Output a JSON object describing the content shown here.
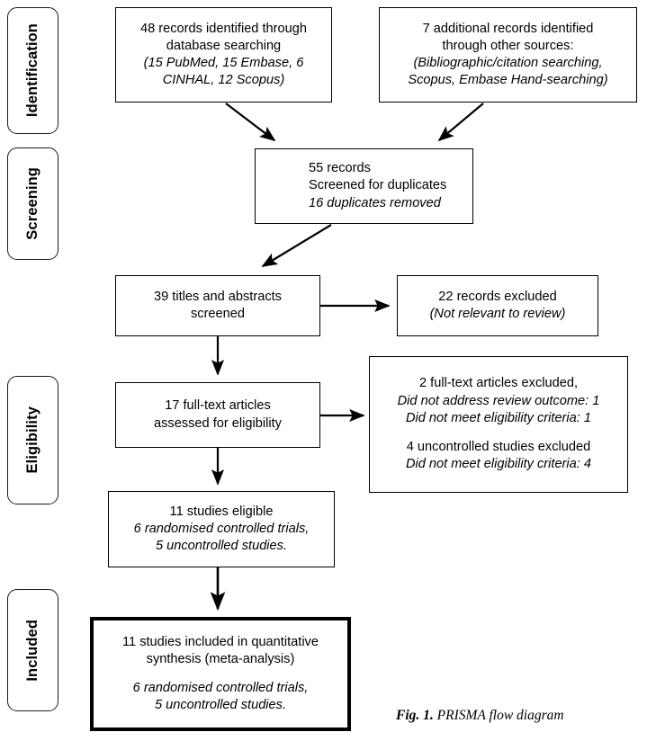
{
  "figure": {
    "caption_bold": "Fig. 1.",
    "caption_rest": " PRISMA flow diagram",
    "line_color": "#000000",
    "text_color": "#000000",
    "background": "#ffffff"
  },
  "phases": [
    {
      "label": "Identification"
    },
    {
      "label": "Screening"
    },
    {
      "label": "Eligibility"
    },
    {
      "label": "Included"
    }
  ],
  "boxes": {
    "database_records": {
      "line1": "48 records identified through",
      "line2": "database searching",
      "line3_italic": "(15 PubMed, 15 Embase, 6",
      "line4_italic": "CINHAL, 12 Scopus)"
    },
    "additional_records": {
      "line1": "7 additional records identified",
      "line2": "through other sources:",
      "line3_italic": "(Bibliographic/citation searching,",
      "line4_italic": "Scopus, Embase Hand-searching)"
    },
    "duplicates": {
      "line1": "55 records",
      "line2": "Screened for duplicates",
      "line3_italic": "16 duplicates removed"
    },
    "screened": {
      "line1": "39 titles and abstracts",
      "line2": "screened"
    },
    "records_excluded": {
      "line1": "22 records excluded",
      "line2_italic": "(Not relevant to review)"
    },
    "fulltext_assessed": {
      "line1": "17 full-text articles",
      "line2": "assessed for eligibility"
    },
    "fulltext_excluded": {
      "line1": "2 full-text articles excluded,",
      "line2_italic": "Did not address review outcome: 1",
      "line3_italic": "Did not meet eligibility criteria: 1",
      "line4": "4 uncontrolled studies excluded",
      "line5_italic": "Did not meet eligibility criteria: 4"
    },
    "studies_eligible": {
      "line1": "11 studies eligible",
      "line2_italic": "6 randomised controlled trials,",
      "line3_italic": "5 uncontrolled studies."
    },
    "studies_included": {
      "line1": "11 studies included in quantitative",
      "line2": "synthesis (meta-analysis)",
      "line3_italic": "6 randomised controlled trials,",
      "line4_italic": "5 uncontrolled studies."
    }
  },
  "connectors": [
    {
      "name": "arrow-database-to-duplicates",
      "kind": "diagonal"
    },
    {
      "name": "arrow-additional-to-duplicates",
      "kind": "diagonal"
    },
    {
      "name": "arrow-duplicates-to-screened",
      "kind": "diagonal"
    },
    {
      "name": "arrow-screened-to-records-excluded",
      "kind": "horizontal"
    },
    {
      "name": "arrow-screened-to-fulltext",
      "kind": "vertical"
    },
    {
      "name": "arrow-fulltext-to-fulltext-excluded",
      "kind": "horizontal"
    },
    {
      "name": "arrow-fulltext-to-eligible",
      "kind": "vertical"
    },
    {
      "name": "arrow-eligible-to-included",
      "kind": "vertical"
    }
  ]
}
